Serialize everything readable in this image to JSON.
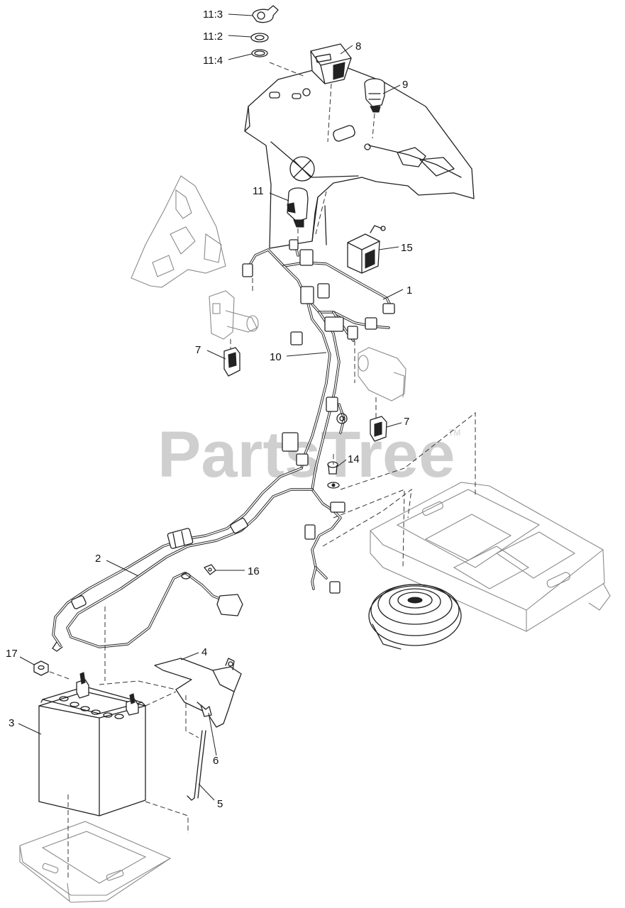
{
  "watermark": {
    "brand": "PartsTree",
    "trademark": "TM"
  },
  "callouts": {
    "c11_3": "11:3",
    "c11_2": "11:2",
    "c11_4": "11:4",
    "c8": "8",
    "c9": "9",
    "c11": "11",
    "c15": "15",
    "c1": "1",
    "c7a": "7",
    "c10": "10",
    "c7b": "7",
    "c14": "14",
    "c2": "2",
    "c16": "16",
    "c17": "17",
    "c4": "4",
    "c3": "3",
    "c6": "6",
    "c5": "5"
  },
  "colors": {
    "line": "#222222",
    "ghost": "#888888",
    "watermark": "#cfcfcf"
  }
}
